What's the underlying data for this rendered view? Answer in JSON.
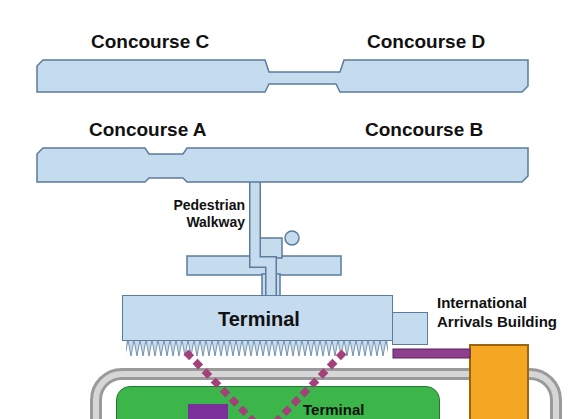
{
  "diagram": {
    "nodes": [
      {
        "text": [
          "Concourse C",
          "Concourse D"
        ]
      },
      {
        "text": [
          "Concourse A",
          "Concourse B"
        ]
      },
      {
        "text": [
          "Terminal"
        ]
      },
      {
        "text": [
          "International Arrivals Building"
        ]
      },
      {
        "text": [
          "Terminal"
        ]
      }
    ],
    "edges": [
      {
        "from": 1,
        "to": 2,
        "arrow": "none",
        "label": "Pedestrian Walkway"
      }
    ]
  }
}
